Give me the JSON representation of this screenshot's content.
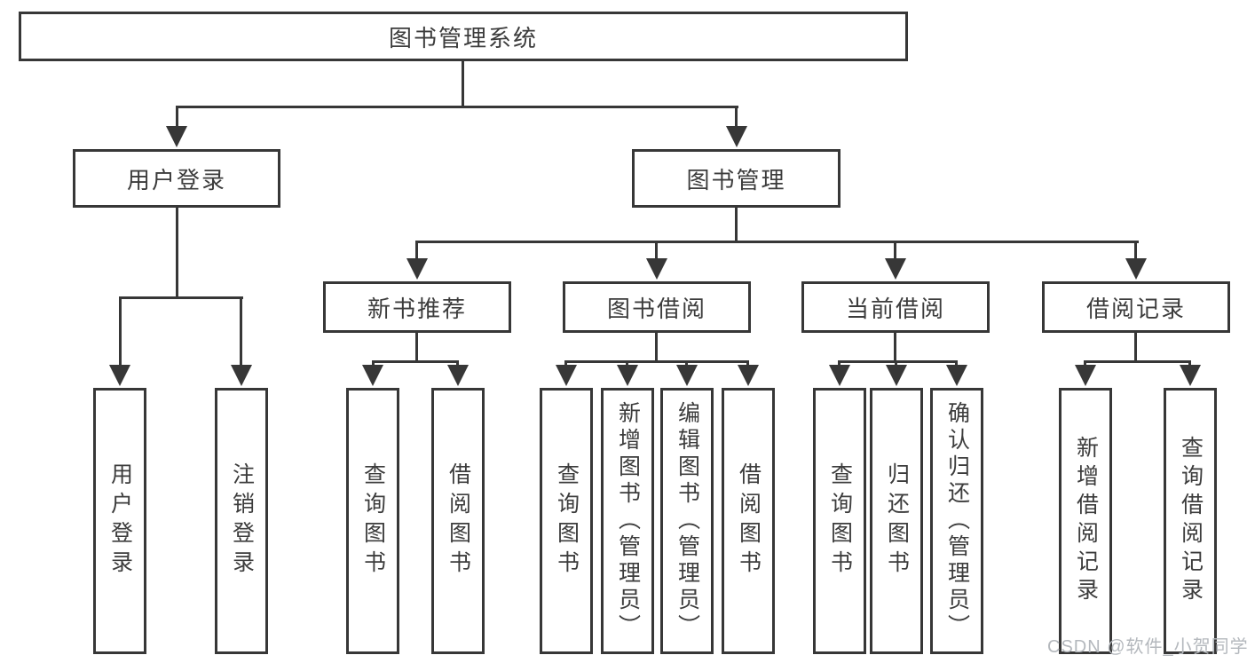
{
  "tree": {
    "label": "图书管理系统",
    "children": [
      {
        "label": "用户登录",
        "children": [
          {
            "label": "用户登录"
          },
          {
            "label": "注销登录"
          }
        ]
      },
      {
        "label": "图书管理",
        "children": [
          {
            "label": "新书推荐",
            "children": [
              {
                "label": "查询图书"
              },
              {
                "label": "借阅图书"
              }
            ]
          },
          {
            "label": "图书借阅",
            "children": [
              {
                "label": "查询图书"
              },
              {
                "label": "新增图书（管理员）"
              },
              {
                "label": "编辑图书（管理员）"
              },
              {
                "label": "借阅图书"
              }
            ]
          },
          {
            "label": "当前借阅",
            "children": [
              {
                "label": "查询图书"
              },
              {
                "label": "归还图书"
              },
              {
                "label": "确认归还（管理员）"
              }
            ]
          },
          {
            "label": "借阅记录",
            "children": [
              {
                "label": "新增借阅记录"
              },
              {
                "label": "查询借阅记录"
              }
            ]
          }
        ]
      }
    ]
  },
  "watermark": {
    "text": "CSDN @软件_小贺同学"
  },
  "colors": {
    "line": "#373737",
    "text": "#3c3c3c",
    "watermark": "#b4b8bd",
    "background": "#ffffff"
  }
}
